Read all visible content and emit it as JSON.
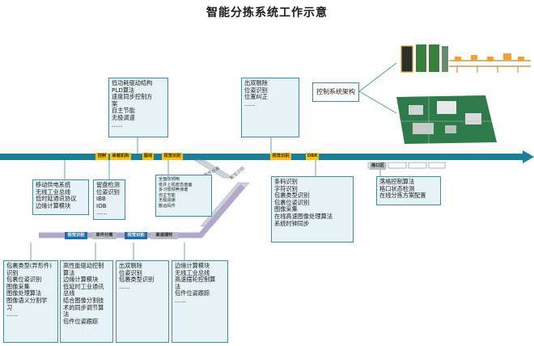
{
  "title": "智能分拣系统工作示意",
  "top_boxes": {
    "drive": [
      "低功耗驱动结构",
      "PLD算法",
      "速度同步控制方",
      "案",
      "自主节能",
      "无极调速",
      "......"
    ],
    "vision_top": [
      "出双剔除",
      "位姿识别",
      "位置纠正",
      "......"
    ]
  },
  "control_arch": "控制系统架构",
  "main_belt_labels": {
    "control": "控制",
    "load_mech": "承载机构",
    "drive": "驱动",
    "vision": "视觉识别",
    "vision2": "视觉识别",
    "obr": "OBR",
    "grid": "格口区"
  },
  "belt_tags": {
    "left": "单件分离",
    "right": "视觉识别"
  },
  "mid_boxes": {
    "power": [
      "移动供电系统",
      "无线工业总线",
      "低时延通讯协议",
      "边缘计算模块"
    ],
    "inventory": [
      "留盘检测",
      "位姿识别",
      "IBB",
      "IOB",
      "......"
    ],
    "small": [
      "全盘防倾倒",
      "低并上机密态盘面",
      "多习惯倾养演谱",
      "自主节能",
      "无极调速",
      "搬运码件"
    ],
    "barcode": [
      "条码识别",
      "字符识别",
      "包裹类型识别",
      "包裹位姿识别",
      "图像采集",
      "在线高速图像处理算法",
      "系统时钟同步"
    ],
    "grid": [
      "落格控制算法",
      "格口状态检测",
      "在线分拣方案配置"
    ]
  },
  "lower_belt_labels": {
    "vision": "视觉识别",
    "single": "单件分离",
    "vision2": "视觉识别",
    "speed": "高速摆轮"
  },
  "bottom_boxes": {
    "package": [
      "包裹类型(异形件)",
      "识别",
      "包裹位姿识别",
      "图像采集",
      "图像处理算法",
      "图像语义分割学",
      "习",
      "......"
    ],
    "servo": [
      "高性能驱动控制",
      "算法",
      "边缘计算模块",
      "低延时工业通讯",
      "总线",
      "结合图像分割技",
      "术的同步调节算",
      "法",
      "包件位姿跟踪"
    ],
    "double": [
      "出双剔除",
      "位姿识别",
      "包裹类型识别",
      "......"
    ],
    "edge": [
      "边缘计算模块",
      "无线工业总线",
      "高速摆轮控制算",
      "法",
      "包件位姿跟踪",
      "......"
    ]
  },
  "colors": {
    "belt": "#1b7f98",
    "belt_light": "#8ab8c9",
    "lower_belt": "#b3a8cc",
    "box_fill": "#e6f2f5",
    "box_border": "#3d8ea2",
    "label_yellow": "#f2c21b",
    "label_blue": "#1f6ea6"
  }
}
